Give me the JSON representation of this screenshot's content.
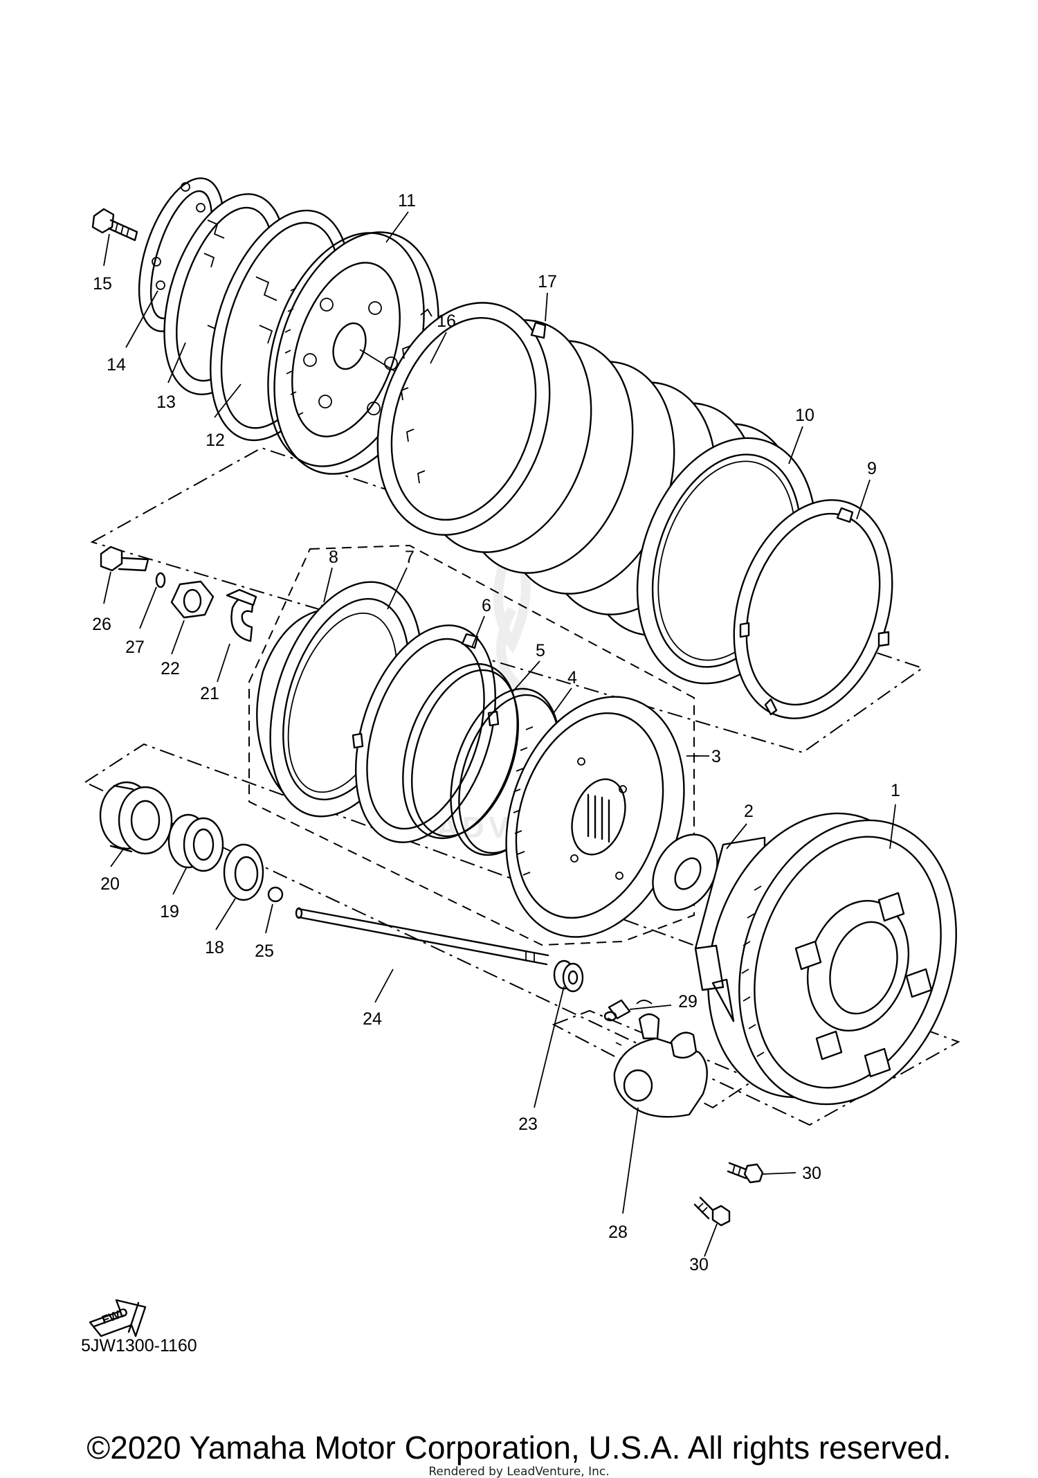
{
  "diagram": {
    "part_callouts": [
      "1",
      "2",
      "3",
      "4",
      "5",
      "6",
      "7",
      "8",
      "9",
      "10",
      "11",
      "12",
      "13",
      "14",
      "15",
      "16",
      "17",
      "18",
      "19",
      "20",
      "21",
      "22",
      "23",
      "24",
      "25",
      "26",
      "27",
      "28",
      "29",
      "30",
      "30"
    ],
    "diagram_code": "5JW1300-1160",
    "fwd_label": "FWD",
    "watermark": "LEADVENTURE",
    "copyright": "©2020 Yamaha Motor Corporation, U.S.A. All rights reserved.",
    "rendered_by": "Rendered by LeadVenture, Inc."
  },
  "icons": {
    "direction": "fwd-arrow-icon"
  }
}
